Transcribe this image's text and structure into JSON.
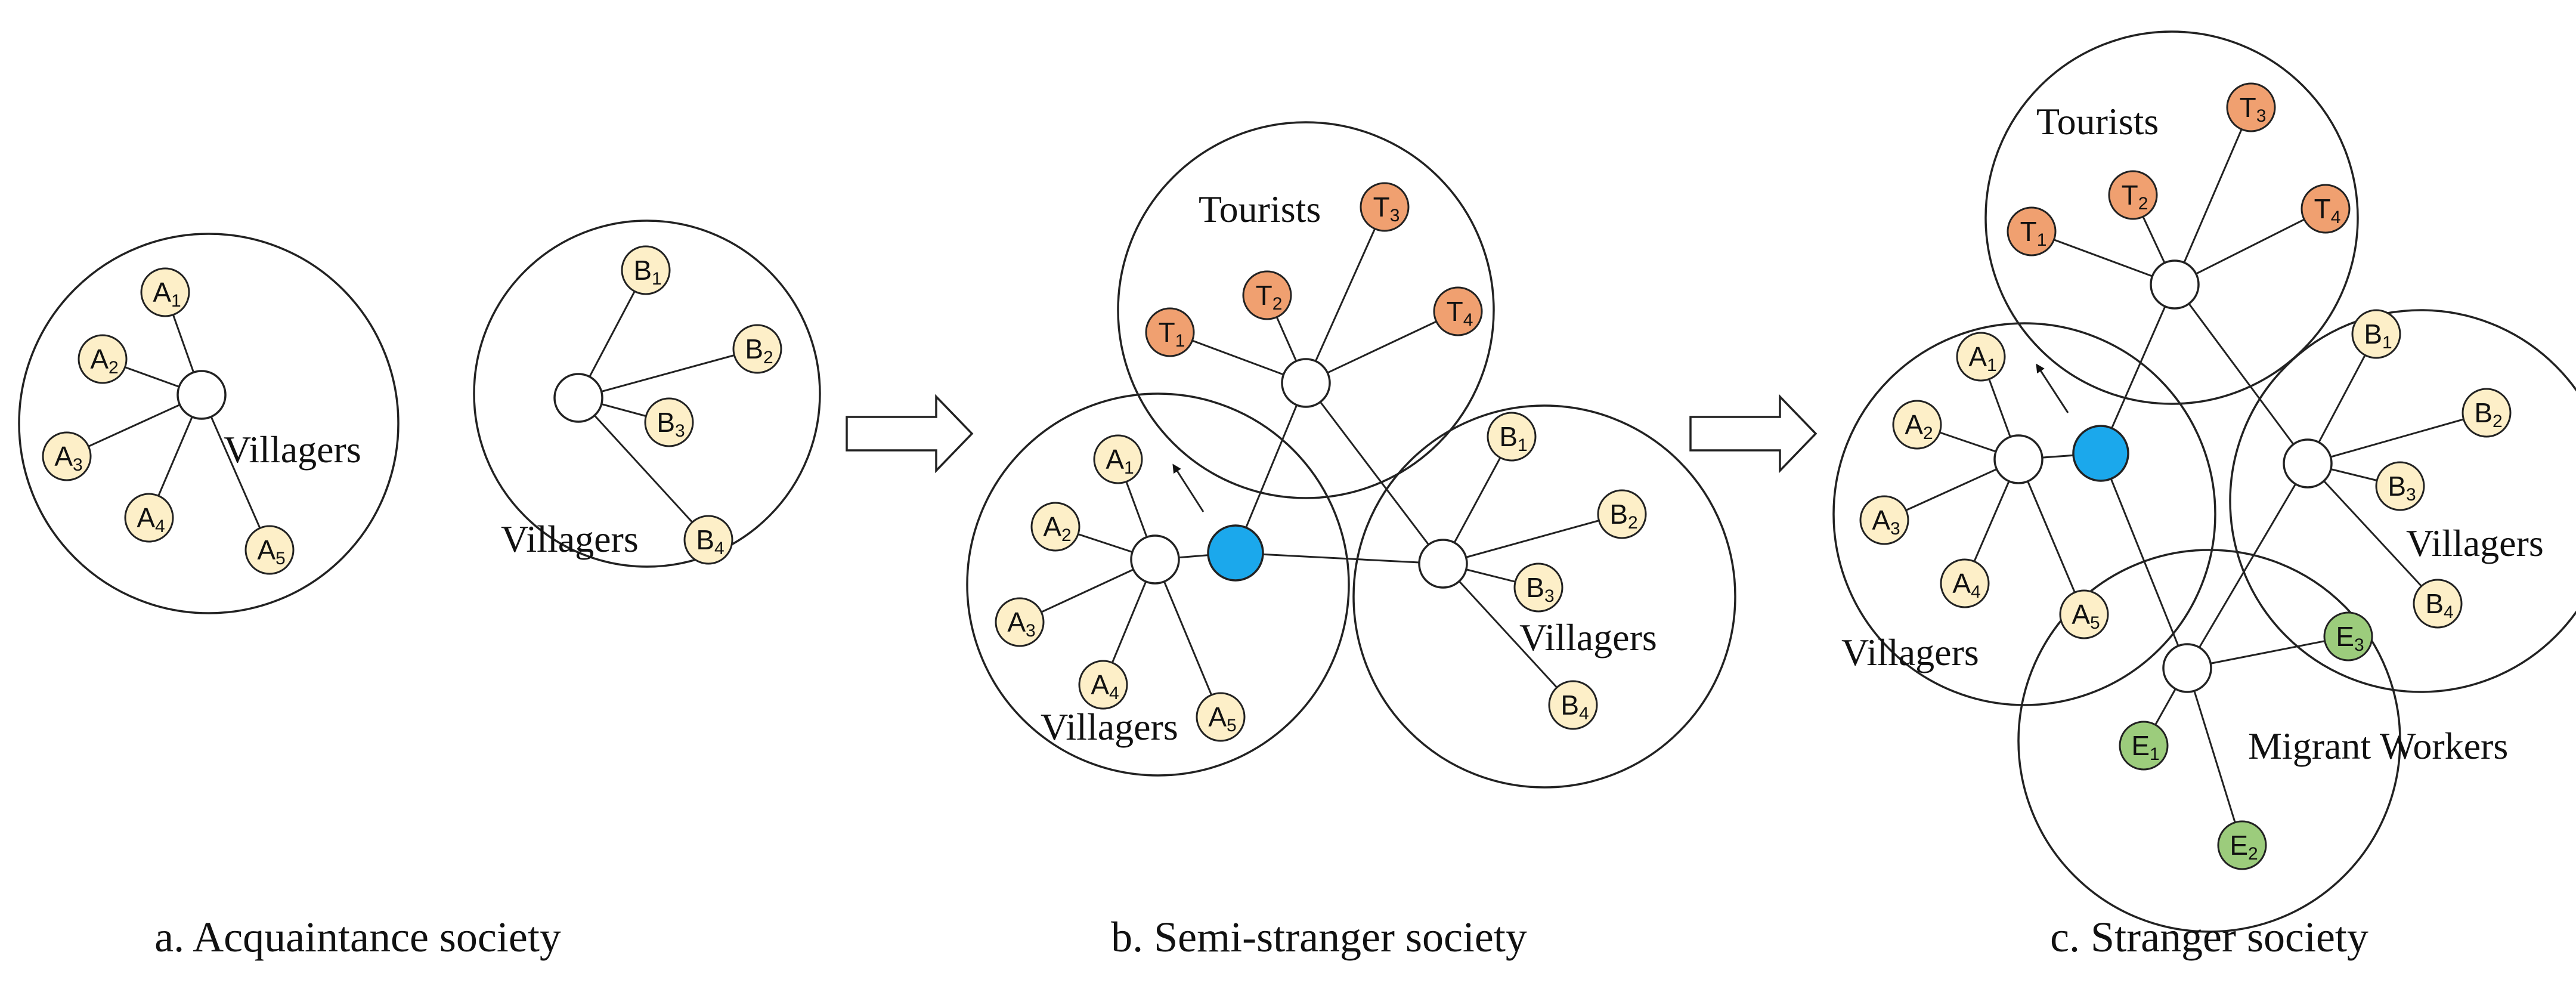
{
  "colors": {
    "villager": "#fdefc8",
    "tourist": "#f0a070",
    "worker": "#9ccc7c",
    "center": "#1ba8ec",
    "hub": "#ffffff"
  },
  "icons": {
    "transition_arrow": "hollow-right-arrow-icon",
    "direction_pointer": "black-arrowhead-icon"
  },
  "group_labels": {
    "villagers": "Villagers",
    "tourists": "Tourists",
    "migrant_workers": "Migrant Workers"
  },
  "panels": [
    {
      "id": "a",
      "caption": "a. Acquaintance society"
    },
    {
      "id": "b",
      "caption": "b. Semi-stranger society"
    },
    {
      "id": "c",
      "caption": "c. Stranger society"
    }
  ],
  "node_letters": {
    "villager_a": "A",
    "villager_b": "B",
    "tourist": "T",
    "worker": "E"
  },
  "node_subscripts": [
    "1",
    "2",
    "3",
    "4",
    "5"
  ]
}
